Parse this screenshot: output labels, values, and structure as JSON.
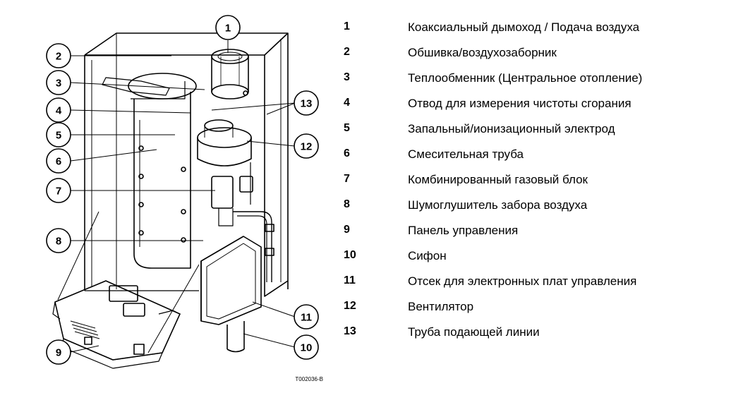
{
  "figure_code": "T002036-B",
  "callouts": [
    "1",
    "2",
    "3",
    "4",
    "5",
    "6",
    "7",
    "8",
    "9",
    "10",
    "11",
    "12",
    "13"
  ],
  "legend": [
    {
      "num": "1",
      "text": "Коаксиальный дымоход / Подача воздуха"
    },
    {
      "num": "2",
      "text": "Обшивка/воздухозаборник"
    },
    {
      "num": "3",
      "text": "Теплообменник (Центральное отопление)"
    },
    {
      "num": "4",
      "text": "Отвод для измерения чистоты сгорания"
    },
    {
      "num": "5",
      "text": "Запальный/ионизационный электрод"
    },
    {
      "num": "6",
      "text": "Смесительная труба"
    },
    {
      "num": "7",
      "text": "Комбинированный газовый блок"
    },
    {
      "num": "8",
      "text": "Шумоглушитель забора воздуха"
    },
    {
      "num": "9",
      "text": "Панель управления"
    },
    {
      "num": "10",
      "text": "Сифон"
    },
    {
      "num": "11",
      "text": "Отсек для электронных плат управления"
    },
    {
      "num": "12",
      "text": "Вентилятор"
    },
    {
      "num": "13",
      "text": "Труба подающей линии"
    }
  ]
}
